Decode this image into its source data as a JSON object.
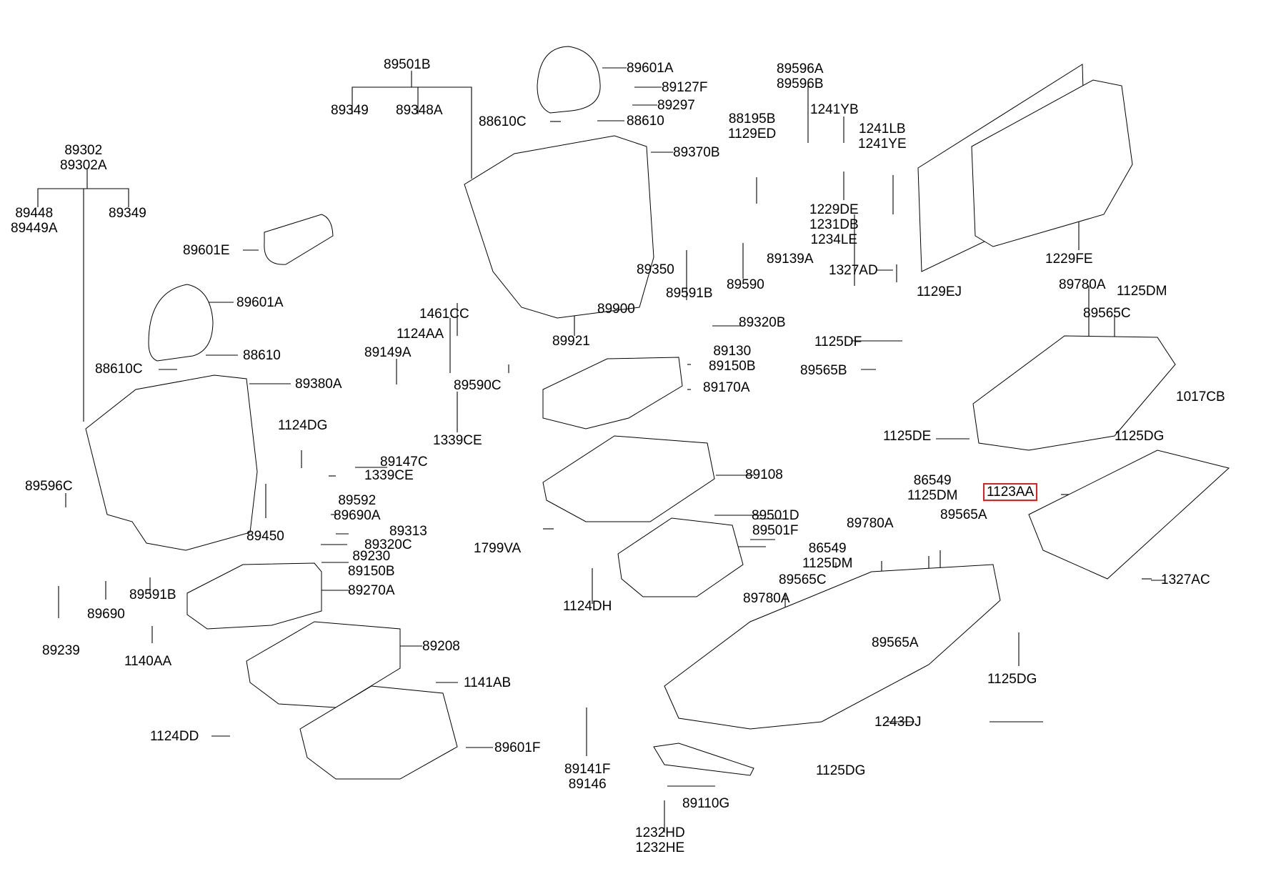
{
  "title": "Rear seat exploded parts diagram",
  "highlight_color": "#e02020",
  "labels": {
    "g89501B": "89501B",
    "l89349_top": "89349",
    "l89348A": "89348A",
    "g89302": [
      "89302",
      "89302A"
    ],
    "l89448": [
      "89448",
      "89449A"
    ],
    "l89349_left": "89349",
    "l89601E": "89601E",
    "l89601A_left": "89601A",
    "l88610C_left": "88610C",
    "l88610_left": "88610",
    "l89380A": "89380A",
    "l89596C": "89596C",
    "l89239": "89239",
    "l89690": "89690",
    "l89591B_left": "89591B",
    "l1140AA": "1140AA",
    "l89450": "89450",
    "l1124DG": "1124DG",
    "l1339CE_a": "1339CE",
    "l89592": [
      "89592",
      "89690A"
    ],
    "l89313": "89313",
    "l89320C": "89320C",
    "l89230": [
      "89230",
      "89150B"
    ],
    "l89270A": "89270A",
    "l89208": "89208",
    "l1141AB": "1141AB",
    "l1124DD": "1124DD",
    "l89601F": "89601F",
    "l1461CC": "1461CC",
    "l1124AA": "1124AA",
    "l89149A": "89149A",
    "l89147C": "89147C",
    "l1339CE_b": "1339CE",
    "l89590C": "89590C",
    "l89601A_mid": "89601A",
    "l89127F": "89127F",
    "l89297": "89297",
    "l88610C_mid": "88610C",
    "l88610_mid": "88610",
    "l89370B": "89370B",
    "l89350": "89350",
    "l89900": "89900",
    "l89921": "89921",
    "l89591B_mid": "89591B",
    "l89590": "89590",
    "l88195B": [
      "88195B",
      "1129ED"
    ],
    "l89596A": [
      "89596A",
      "89596B"
    ],
    "l89139A": "89139A",
    "l1241YB": "1241YB",
    "l1229DE": [
      "1229DE",
      "1231DB",
      "1234LE"
    ],
    "l1241LB": [
      "1241LB",
      "1241YE"
    ],
    "l1229FE": "1229FE",
    "l1327AD": "1327AD",
    "l1129EJ": "1129EJ",
    "l89320B": "89320B",
    "l89130": [
      "89130",
      "89150B"
    ],
    "l89170A": "89170A",
    "l1125DF": "1125DF",
    "l89565B": "89565B",
    "l89108": "89108",
    "l89501D": [
      "89501D",
      "89501F"
    ],
    "l1799VA": "1799VA",
    "l1124DH": "1124DH",
    "l89780A_r": "89780A",
    "l1125DM_r": "1125DM",
    "l89565C_r": "89565C",
    "l1125DE": "1125DE",
    "l1017CB": "1017CB",
    "l1125DG_r": "1125DG",
    "l1123AA": "1123AA",
    "l86549_a": [
      "86549",
      "1125DM"
    ],
    "l89565A_a": "89565A",
    "l89780A_a": "89780A",
    "l86549_b": [
      "86549",
      "1125DM"
    ],
    "l89565C_b": "89565C",
    "l89780A_b": "89780A",
    "l89565A_b": "89565A",
    "l1327AC": "1327AC",
    "l1125DG_b": "1125DG",
    "l1243DJ": "1243DJ",
    "l1125DG_c": "1125DG",
    "l89141F": [
      "89141F",
      "89146"
    ],
    "l89110G": "89110G",
    "l1232HD": [
      "1232HD",
      "1232HE"
    ]
  }
}
